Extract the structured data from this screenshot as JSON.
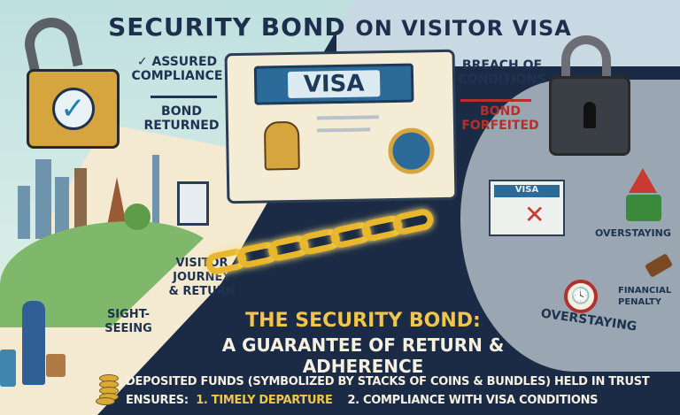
{
  "title": {
    "part1": "SECURITY BOND",
    "part2": "ON VISITOR VISA"
  },
  "left": {
    "assured_compliance": "ASSURED COMPLIANCE",
    "bond_returned": "BOND RETURNED",
    "visitor_journey": "VISITOR JOURNEY & RETURN",
    "sightseeing": "SIGHT-SEEING"
  },
  "center": {
    "visa_label": "VISA"
  },
  "right": {
    "breach": "BREACH OF CONDITIONS",
    "bond_forfeited": "BOND FORFEITED",
    "torn_visa_label": "VISA",
    "overstaying_1": "OVERSTAYING",
    "financial_penalty": "FINANCIAL PENALTY",
    "overstaying_2": "OVERSTAYING"
  },
  "bottom": {
    "bond_title": "THE SECURITY BOND:",
    "bond_subtitle": "A GUARANTEE OF RETURN & ADHERENCE",
    "funds_line": "DEPOSITED FUNDS (SYMBOLIZED BY STACKS OF COINS & BUNDLES) HELD IN TRUST",
    "ensures_label": "ENSURES:",
    "item1": "1. TIMELY DEPARTURE",
    "item2": "2. COMPLIANCE WITH VISA CONDITIONS"
  },
  "colors": {
    "navy": "#1b2b45",
    "gold": "#f1c54a",
    "red": "#b3312c",
    "visa_blue": "#2c6a9a"
  }
}
